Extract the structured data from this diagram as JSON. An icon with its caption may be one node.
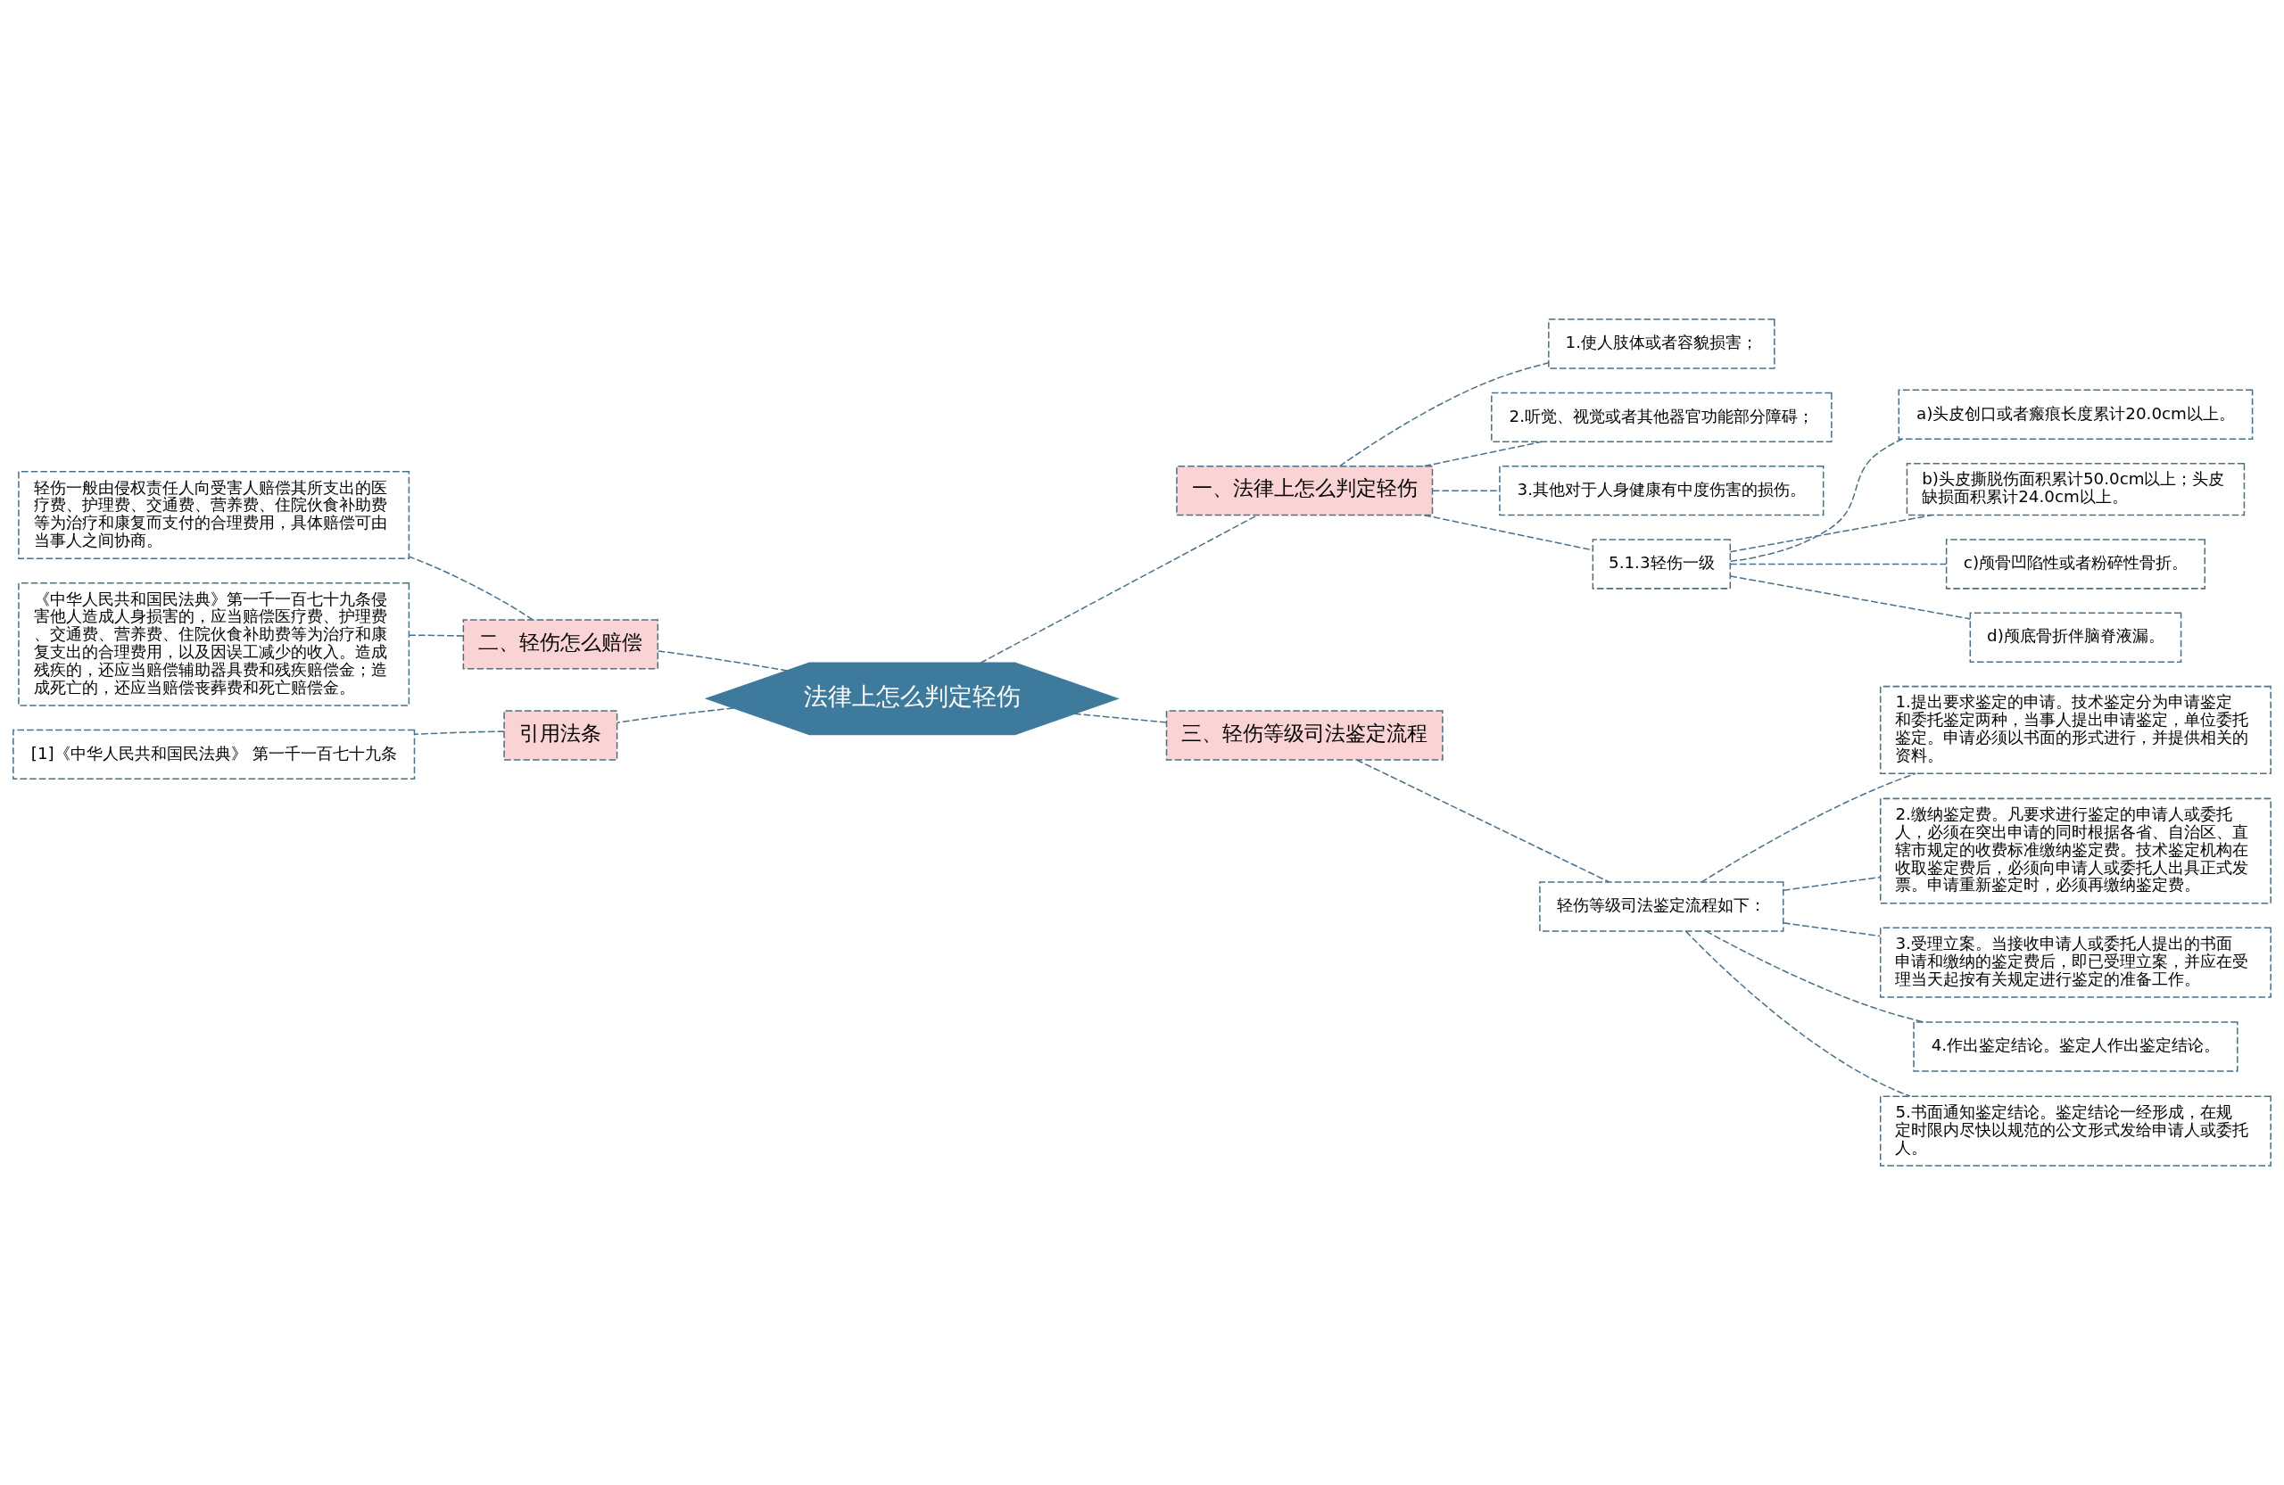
{
  "diagram": {
    "nodes": [
      {
        "text": [
          "法律上怎么判定轻伤"
        ]
      },
      {
        "text": [
          "一、法律上怎么判定轻伤"
        ]
      },
      {
        "text": [
          "1.使人肢体或者容貌损害；"
        ]
      },
      {
        "text": [
          "2.听觉、视觉或者其他器官功能部分障碍；"
        ]
      },
      {
        "text": [
          "3.其他对于人身健康有中度伤害的损伤。"
        ]
      },
      {
        "text": [
          "5.1.3轻伤一级"
        ]
      },
      {
        "text": [
          "a)头皮创口或者瘢痕长度累计20.0cm以上。"
        ]
      },
      {
        "text": [
          "b)头皮撕脱伤面积累计50.0cm以上；头皮缺损面积累计24.0cm以上。"
        ]
      },
      {
        "text": [
          "c)颅骨凹陷性或者粉碎性骨折。"
        ]
      },
      {
        "text": [
          "d)颅底骨折伴脑脊液漏。"
        ]
      },
      {
        "text": [
          "二、轻伤怎么赔偿"
        ]
      },
      {
        "text": [
          "轻伤一般由侵权责任人向受害人赔偿其所支出的医疗费、护理费、交通费、营养费、住院伙食补助费等为治疗和康复而支付的合理费用，具体赔偿可由当事人之间协商。"
        ]
      },
      {
        "text": [
          "《中华人民共和国民法典》第一千一百七十九条侵害他人造成人身损害的，应当赔偿医疗费、护理费、交通费、营养费、住院伙食补助费等为治疗和康复支出的合理费用，以及因误工减少的收入。造成残疾的，还应当赔偿辅助器具费和残疾赔偿金；造成死亡的，还应当赔偿丧葬费和死亡赔偿金。"
        ]
      },
      {
        "text": [
          "三、轻伤等级司法鉴定流程"
        ]
      },
      {
        "text": [
          "轻伤等级司法鉴定流程如下："
        ]
      },
      {
        "text": [
          "1.提出要求鉴定的申请。技术鉴定分为申请鉴定和委托鉴定两种，当事人提出申请鉴定，单位委托鉴定。申请必须以书面的形式进行，并提供相关的资料。"
        ]
      },
      {
        "text": [
          "2.缴纳鉴定费。凡要求进行鉴定的申请人或委托人，必须在突出申请的同时根据各省、自治区、直辖市规定的收费标准缴纳鉴定费。技术鉴定机构在收取鉴定费后，必须向申请人或委托人出具正式发票。申请重新鉴定时，必须再缴纳鉴定费。"
        ]
      },
      {
        "text": [
          "3.受理立案。当接收申请人或委托人提出的书面申请和缴纳的鉴定费后，即已受理立案，并应在受理当天起按有关规定进行鉴定的准备工作。"
        ]
      },
      {
        "text": [
          "4.作出鉴定结论。鉴定人作出鉴定结论。"
        ]
      },
      {
        "text": [
          "5.书面通知鉴定结论。鉴定结论一经形成，在规定时限内尽快以规范的公文形式发给申请人或委托人。"
        ]
      },
      {
        "text": [
          "引用法条"
        ]
      },
      {
        "text": [
          "[1]《中华人民共和国民法典》 第一千一百七十九条"
        ]
      }
    ],
    "edges": [
      {
        "from": 0,
        "to": 1,
        "arrow": "none",
        "style": "dashed"
      },
      {
        "from": 1,
        "to": 2,
        "arrow": "none",
        "style": "dashed"
      },
      {
        "from": 1,
        "to": 3,
        "arrow": "none",
        "style": "dashed"
      },
      {
        "from": 1,
        "to": 4,
        "arrow": "none",
        "style": "dashed"
      },
      {
        "from": 1,
        "to": 5,
        "arrow": "none",
        "style": "dashed"
      },
      {
        "from": 5,
        "to": 6,
        "arrow": "none",
        "style": "dashed"
      },
      {
        "from": 5,
        "to": 7,
        "arrow": "none",
        "style": "dashed"
      },
      {
        "from": 5,
        "to": 8,
        "arrow": "none",
        "style": "dashed"
      },
      {
        "from": 5,
        "to": 9,
        "arrow": "none",
        "style": "dashed"
      },
      {
        "from": 0,
        "to": 10,
        "arrow": "none",
        "style": "dashed"
      },
      {
        "from": 10,
        "to": 11,
        "arrow": "none",
        "style": "dashed"
      },
      {
        "from": 10,
        "to": 12,
        "arrow": "none",
        "style": "dashed"
      },
      {
        "from": 0,
        "to": 13,
        "arrow": "none",
        "style": "dashed"
      },
      {
        "from": 13,
        "to": 14,
        "arrow": "none",
        "style": "dashed"
      },
      {
        "from": 14,
        "to": 15,
        "arrow": "none",
        "style": "dashed"
      },
      {
        "from": 14,
        "to": 16,
        "arrow": "none",
        "style": "dashed"
      },
      {
        "from": 14,
        "to": 17,
        "arrow": "none",
        "style": "dashed"
      },
      {
        "from": 14,
        "to": 18,
        "arrow": "none",
        "style": "dashed"
      },
      {
        "from": 14,
        "to": 19,
        "arrow": "none",
        "style": "dashed"
      },
      {
        "from": 0,
        "to": 20,
        "arrow": "none",
        "style": "dashed"
      },
      {
        "from": 20,
        "to": 21,
        "arrow": "none",
        "style": "dashed"
      }
    ]
  }
}
